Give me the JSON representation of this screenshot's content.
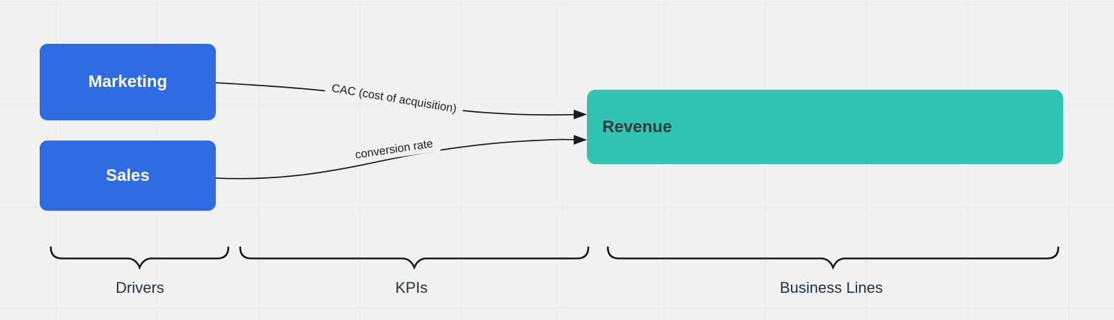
{
  "canvas": {
    "background_color": "#f1f1f1",
    "grid_line_color": "#e7e7e7"
  },
  "nodes": [
    {
      "id": "marketing",
      "label": "Marketing",
      "fill": "#2f6be3",
      "text_color": "#ffffff"
    },
    {
      "id": "sales",
      "label": "Sales",
      "fill": "#2f6be3",
      "text_color": "#ffffff"
    },
    {
      "id": "revenue",
      "label": "Revenue",
      "fill": "#31c4b2",
      "text_color": "#343b3f"
    }
  ],
  "connectors": [
    {
      "id": "marketing-to-revenue",
      "label": "CAC (cost of acquisition)",
      "from": "Marketing",
      "to": "Revenue",
      "line_color": "#1b1b1b"
    },
    {
      "id": "sales-to-revenue",
      "label": "conversion rate",
      "from": "Sales",
      "to": "Revenue",
      "line_color": "#1b1b1b"
    }
  ],
  "group_brackets": [
    {
      "id": "drivers",
      "label": "Drivers"
    },
    {
      "id": "kpis",
      "label": "KPIs"
    },
    {
      "id": "business-lines",
      "label": "Business Lines"
    }
  ],
  "bracket_color": "#151515",
  "group_label_color": "#233240"
}
